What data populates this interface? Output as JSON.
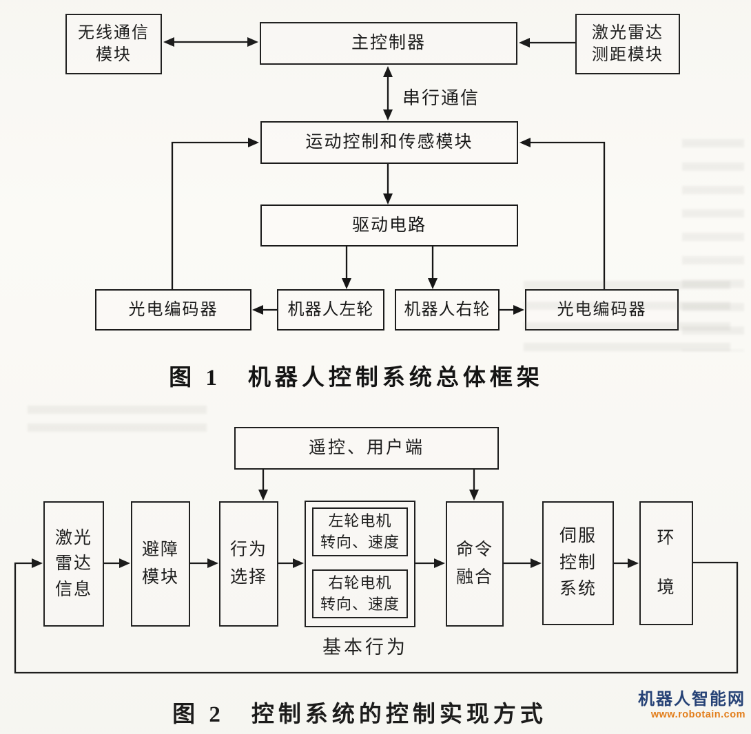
{
  "figure1": {
    "caption": "图 1　机器人控制系统总体框架",
    "boxes": {
      "wireless": "无线通信\n模块",
      "main_controller": "主控制器",
      "laser_ranging": "激光雷达\n测距模块",
      "motion_sensor": "运动控制和传感模块",
      "drive_circuit": "驱动电路",
      "encoder_left": "光电编码器",
      "wheel_left": "机器人左轮",
      "wheel_right": "机器人右轮",
      "encoder_right": "光电编码器"
    },
    "labels": {
      "serial_comm": "串行通信"
    }
  },
  "figure2": {
    "caption": "图 2　控制系统的控制实现方式",
    "boxes": {
      "remote_user": "遥控、用户端",
      "laser_info": "激光\n雷达\n信息",
      "obstacle_avoid": "避障\n模块",
      "behavior_select": "行为\n选择",
      "left_motor": "左轮电机\n转向、速度",
      "right_motor": "右轮电机\n转向、速度",
      "command_fusion": "命令\n融合",
      "servo_system": "伺服\n控制\n系统",
      "environment": "环\n境"
    },
    "labels": {
      "basic_behavior": "基本行为"
    }
  },
  "watermark": {
    "site_name": "机器人智能网",
    "site_url": "www.robotain.com",
    "name_color": "#1c3a72",
    "url_color": "#e5790f"
  },
  "colors": {
    "line": "#141414",
    "background": "#fbfaf6"
  }
}
